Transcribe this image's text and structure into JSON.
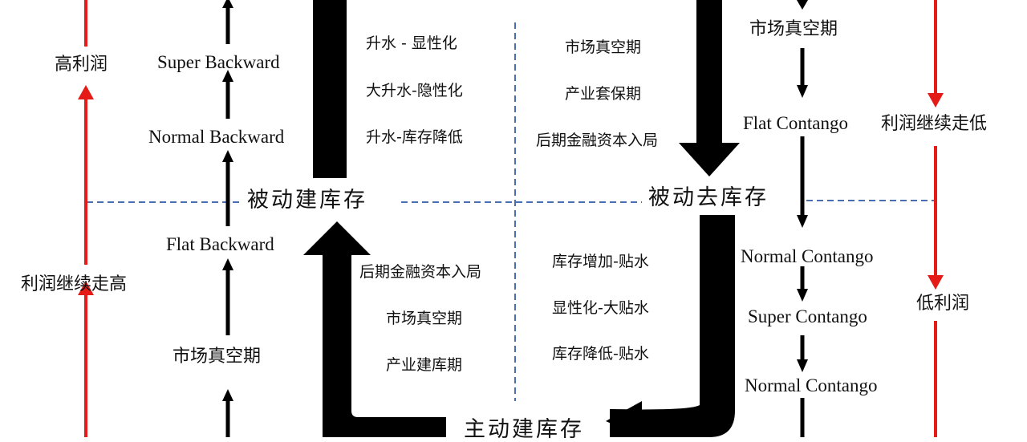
{
  "phases": {
    "passive_build": "被动建库存",
    "passive_destock": "被动去库存",
    "active_build": "主动建库存"
  },
  "left_profit": {
    "high": "高利润",
    "rising": "利润继续走高"
  },
  "right_profit": {
    "falling": "利润继续走低",
    "low": "低利润"
  },
  "left_structure": {
    "super_backward": "Super Backward",
    "normal_backward": "Normal Backward",
    "flat_backward": "Flat Backward",
    "vacuum": "市场真空期"
  },
  "right_structure": {
    "vacuum": "市场真空期",
    "flat_contango": "Flat Contango",
    "normal_contango_1": "Normal Contango",
    "super_contango": "Super Contango",
    "normal_contango_2": "Normal Contango"
  },
  "quadrants": {
    "top_left": [
      "升水 - 显性化",
      "大升水-隐性化",
      "升水-库存降低"
    ],
    "top_right": [
      "市场真空期",
      "产业套保期",
      "后期金融资本入局"
    ],
    "bottom_left": [
      "后期金融资本入局",
      "市场真空期",
      "产业建库期"
    ],
    "bottom_right": [
      "库存增加-贴水",
      "显性化-大贴水",
      "库存降低-贴水"
    ]
  },
  "colors": {
    "profit_arrow": "#e41b17",
    "flow_arrow": "#000000",
    "divider": "#4a6fb0"
  }
}
